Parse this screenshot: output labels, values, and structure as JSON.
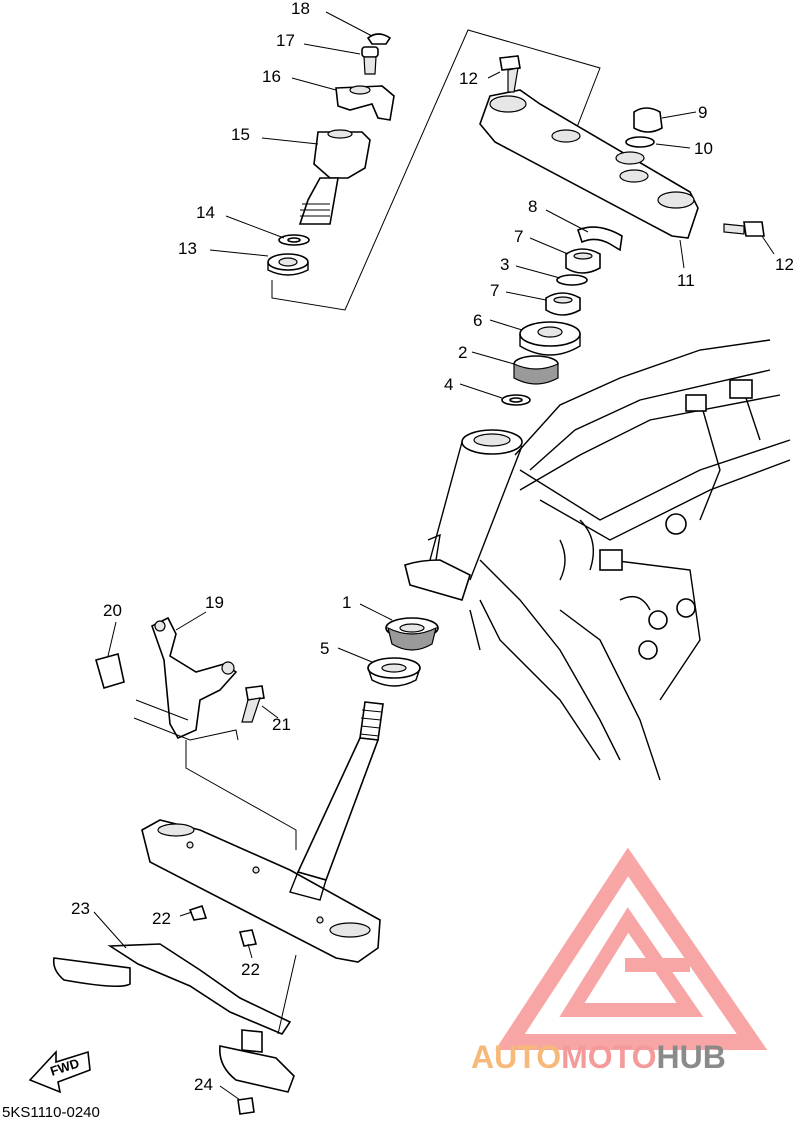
{
  "diagram_code": "5KS1110-0240",
  "fwd_label": "FWD",
  "watermark": {
    "part1": "AUTO",
    "part2": "MOTO",
    "part3": "HUB",
    "color1": "#f7b97a",
    "color2": "#f59a9a",
    "color3": "#8a8a8a",
    "triangle_color": "#f25c5c"
  },
  "callouts": [
    "18",
    "17",
    "16",
    "15",
    "14",
    "13",
    "12",
    "9",
    "10",
    "8",
    "7",
    "3",
    "7",
    "6",
    "2",
    "4",
    "11",
    "12",
    "20",
    "19",
    "1",
    "5",
    "21",
    "23",
    "22",
    "22",
    "24"
  ]
}
